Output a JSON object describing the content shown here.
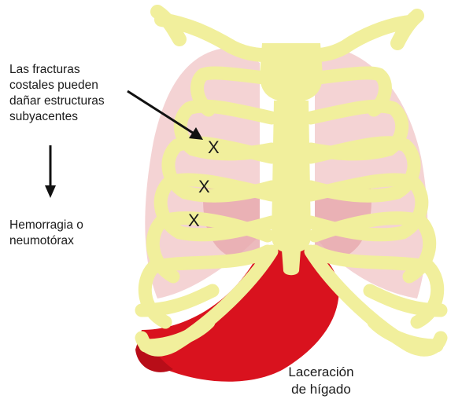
{
  "annotations": {
    "fracture_lines": [
      "Las fracturas",
      "costales pueden",
      "dañar estructuras",
      "subyacentes"
    ],
    "consequence_lines": [
      "Hemorragia o",
      "neumotórax"
    ],
    "liver_lines": [
      "Laceración",
      "de hígado"
    ],
    "fracture_marks": [
      "X",
      "X",
      "X"
    ]
  },
  "colors": {
    "bone": "#f1ef9c",
    "bone_edge": "#e2df7a",
    "lung": "#f4d3d4",
    "lung_shadow": "#e7a9ad",
    "liver": "#d9121e",
    "text": "#1a1a1a"
  }
}
